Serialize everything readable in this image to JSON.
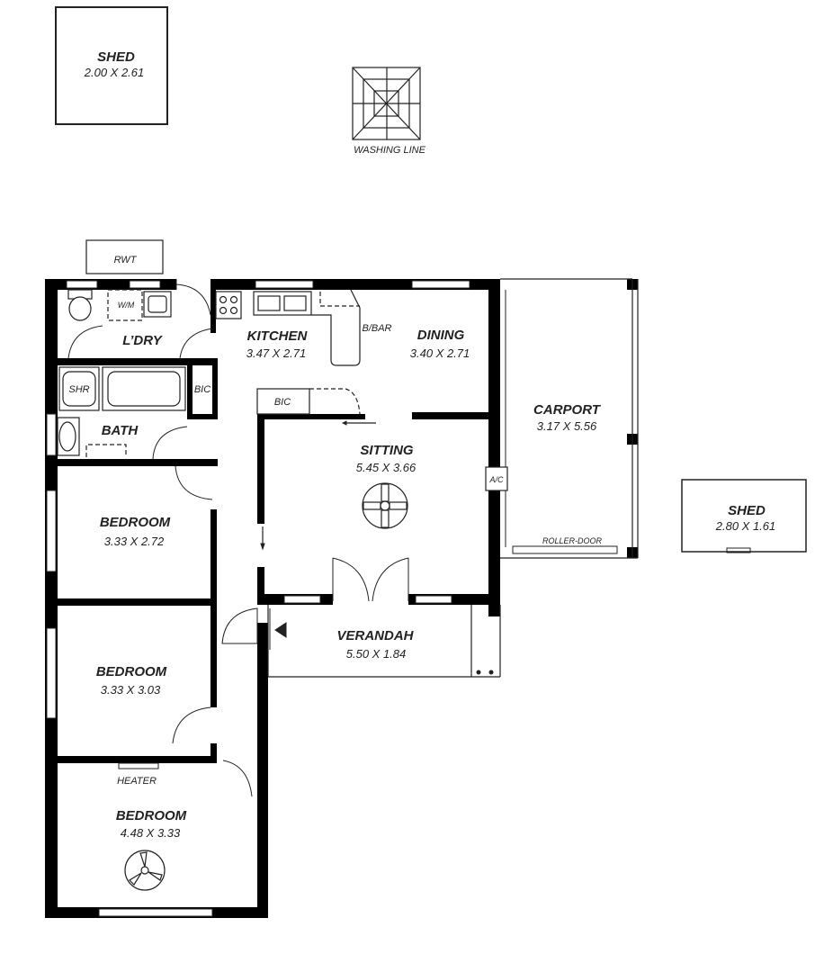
{
  "rooms": {
    "shed_top": {
      "title": "SHED",
      "dim": "2.00 X 2.61"
    },
    "washing": {
      "title": "WASHING LINE"
    },
    "rwt": {
      "title": "RWT"
    },
    "wm": {
      "title": "W/M"
    },
    "laundry": {
      "title": "L’DRY"
    },
    "kitchen": {
      "title": "KITCHEN",
      "dim": "3.47 X 2.71"
    },
    "bbar": {
      "title": "B/BAR"
    },
    "dining": {
      "title": "DINING",
      "dim": "3.40 X 2.71"
    },
    "carport": {
      "title": "CARPORT",
      "dim": "3.17 X 5.56"
    },
    "roller": {
      "title": "ROLLER-DOOR"
    },
    "shed_right": {
      "title": "SHED",
      "dim": "2.80 X 1.61"
    },
    "shr": {
      "title": "SHR"
    },
    "bic_bath": {
      "title": "BIC"
    },
    "bic_sit": {
      "title": "BIC"
    },
    "bath": {
      "title": "BATH"
    },
    "sitting": {
      "title": "SITTING",
      "dim": "5.45 X 3.66"
    },
    "ac": {
      "title": "A/C"
    },
    "bed1": {
      "title": "BEDROOM",
      "dim": "3.33 X 2.72"
    },
    "bed2": {
      "title": "BEDROOM",
      "dim": "3.33 X 3.03"
    },
    "verandah": {
      "title": "VERANDAH",
      "dim": "5.50 X 1.84"
    },
    "heater": {
      "title": "HEATER"
    },
    "bed3": {
      "title": "BEDROOM",
      "dim": "4.48 X 3.33"
    }
  }
}
